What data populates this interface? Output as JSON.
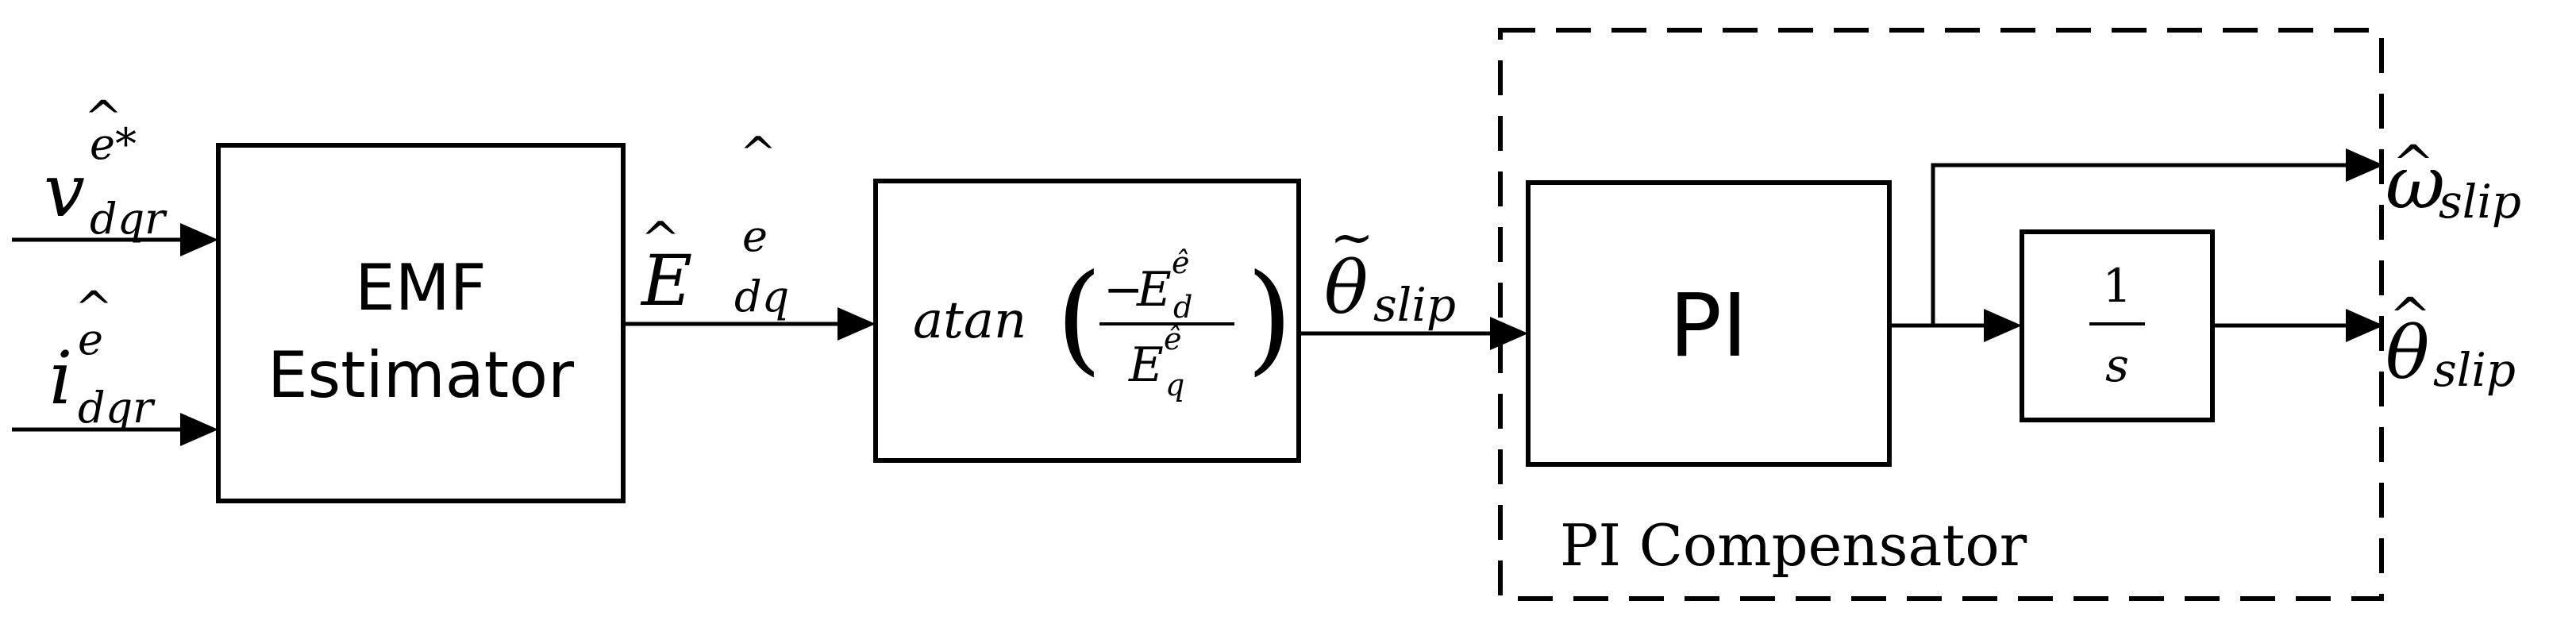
{
  "inputs": {
    "voltage": {
      "symbol": "v",
      "sup": "e*",
      "sub": "dqr",
      "accent": "^"
    },
    "current": {
      "symbol": "i",
      "sup": "e",
      "sub": "dqr",
      "accent": "^"
    }
  },
  "blocks": {
    "emf_estimator": {
      "line1": "EMF",
      "line2": "Estimator"
    },
    "atan": {
      "func": "atan",
      "lparen": "(",
      "rparen": ")",
      "numerator": {
        "sign": "−",
        "symbol": "E",
        "sub": "d",
        "sup": "ê"
      },
      "denominator": {
        "symbol": "E",
        "sub": "q",
        "sup": "ê"
      }
    },
    "pi": {
      "label": "PI"
    },
    "integrator": {
      "numerator": "1",
      "denominator": "s"
    }
  },
  "signals": {
    "emf": {
      "symbol": "E",
      "hat": "^",
      "sup": "e",
      "sup_accent": "^",
      "sub": "dq"
    },
    "theta_error": {
      "symbol": "θ",
      "tilde": "~",
      "sub": "slip"
    },
    "omega_out": {
      "symbol": "ω",
      "hat": "^",
      "sub": "slip"
    },
    "theta_out": {
      "symbol": "θ",
      "hat": "^",
      "sub": "slip"
    }
  },
  "group": {
    "label": "PI Compensator"
  }
}
